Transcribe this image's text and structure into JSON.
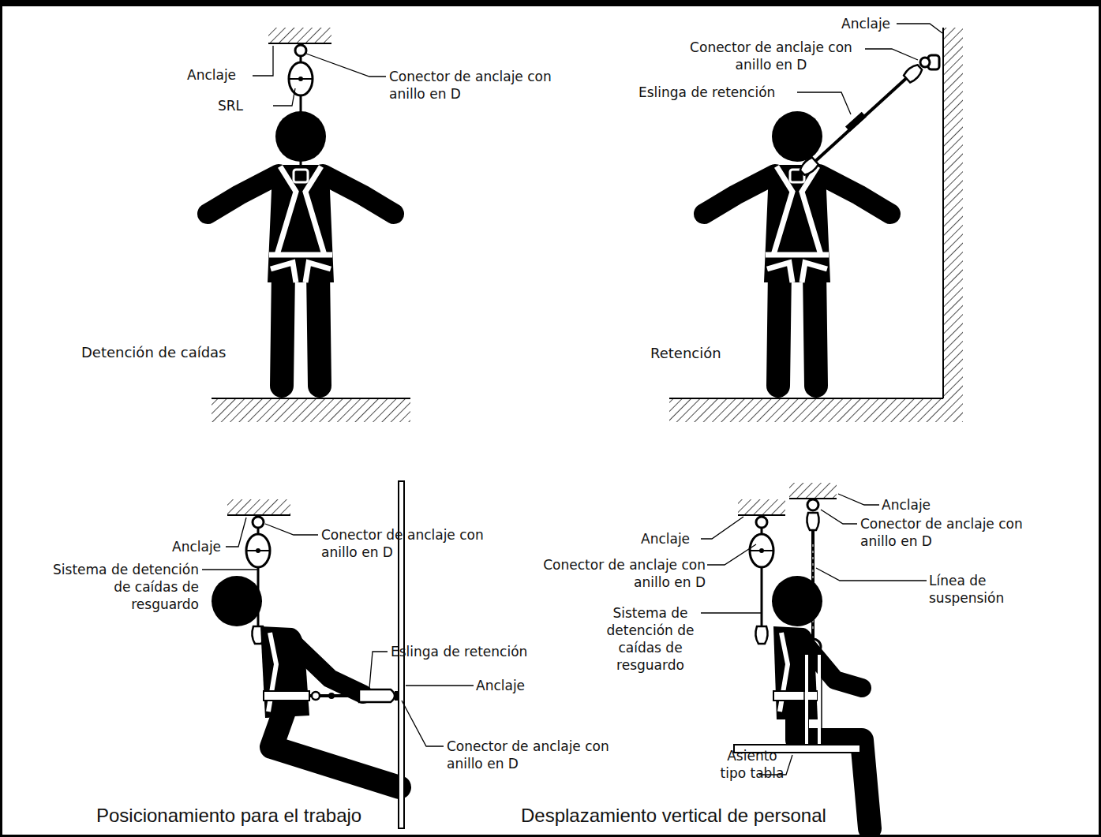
{
  "diagram": {
    "labels": [
      "Anclaje",
      "Conector de anclaje con anillo en D",
      "SRL",
      "Detención de caídas",
      "Anclaje",
      "Conector de anclaje con anillo en D",
      "Eslinga de retención",
      "Retención",
      "Anclaje",
      "Conector de anclaje con anillo en D",
      "Sistema de detención de caídas de resguardo",
      "Eslinga de retención",
      "Anclaje",
      "Conector de anclaje con anillo en D",
      "Posicionamiento para el trabajo",
      "Anclaje",
      "Conector de anclaje con anillo en D",
      "Línea de suspensión",
      "Anclaje",
      "Conector de anclaje con anillo en D",
      "Sistema de detención de caídas de resguardo",
      "Asiento tipo tabla",
      "Desplazamiento vertical de personal"
    ]
  }
}
